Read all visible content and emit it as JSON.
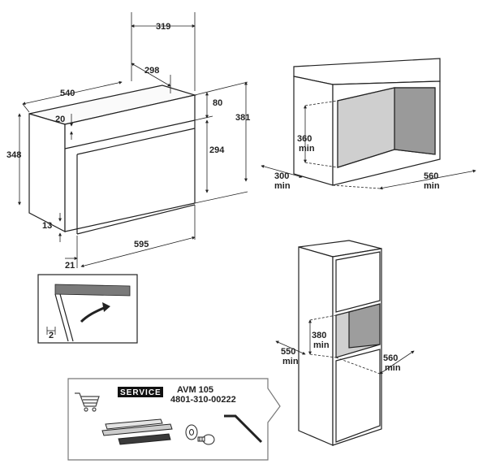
{
  "colors": {
    "line": "#222222",
    "cavity_fill": "#bdbdbd",
    "cavity_dark": "#8a8a8a",
    "panel_border": "#777777",
    "badge_bg": "#111111"
  },
  "oven_front_view": {
    "dimensions": {
      "depth_top": "319",
      "depth_inner": "298",
      "width_side": "540",
      "panel_height": "80",
      "total_height": "381",
      "height_front": "294",
      "height_side": "348",
      "top_offset": "20",
      "bottom_offset": "13",
      "width_front": "595",
      "front_offset": "21"
    }
  },
  "detail_inset": {
    "gap": "2"
  },
  "niche_cabinet": {
    "height_min": "360",
    "height_min_unit": "min",
    "depth_min": "300",
    "depth_min_unit": "min",
    "width_min": "560",
    "width_min_unit": "min"
  },
  "tall_cabinet": {
    "height_min": "380",
    "height_min_unit": "min",
    "depth_min": "550",
    "depth_min_unit": "min",
    "width_min": "560",
    "width_min_unit": "min"
  },
  "service_panel": {
    "badge": "SERVICE",
    "model": "AVM 105",
    "part_number": "4801-310-00222",
    "icons": [
      "cart-icon",
      "rail-icon",
      "washer-icon",
      "screw-icon",
      "allen-key-icon"
    ]
  }
}
